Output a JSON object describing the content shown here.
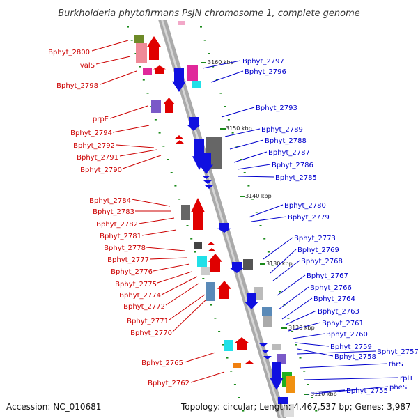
{
  "title": "Burkholderia phytofirmans PsJN chromosome 1, complete genome",
  "footer": {
    "accession": "Accession: NC_010681",
    "topology": "Topology: circular; Length: 4,467,537 bp; Genes: 3,987"
  },
  "colors": {
    "left_label": "#cc0000",
    "right_label": "#0000cc",
    "tick": "#1a8a1a",
    "strand": "#aaaaaa"
  },
  "axis_labels": [
    "3160 kbp",
    "3150 kbp",
    "3140 kbp",
    "3130 kbp",
    "3120 kbp",
    "3110 kbp"
  ],
  "left_genes": [
    "Bphyt_2800",
    "valS",
    "Bphyt_2798",
    "prpE",
    "Bphyt_2794",
    "Bphyt_2792",
    "Bphyt_2791",
    "Bphyt_2790",
    "Bphyt_2784",
    "Bphyt_2783",
    "Bphyt_2782",
    "Bphyt_2781",
    "Bphyt_2778",
    "Bphyt_2777",
    "Bphyt_2776",
    "Bphyt_2775",
    "Bphyt_2774",
    "Bphyt_2772",
    "Bphyt_2771",
    "Bphyt_2770",
    "Bphyt_2765",
    "Bphyt_2762"
  ],
  "right_genes": [
    "Bphyt_2797",
    "Bphyt_2796",
    "Bphyt_2793",
    "Bphyt_2789",
    "Bphyt_2788",
    "Bphyt_2787",
    "Bphyt_2786",
    "Bphyt_2785",
    "Bphyt_2780",
    "Bphyt_2779",
    "Bphyt_2773",
    "Bphyt_2769",
    "Bphyt_2768",
    "Bphyt_2767",
    "Bphyt_2766",
    "Bphyt_2764",
    "Bphyt_2763",
    "Bphyt_2761",
    "Bphyt_2760",
    "Bphyt_2759",
    "Bphyt_2758",
    "Bphyt_2757",
    "thrS",
    "rplT",
    "Bphyt_2755",
    "pheS"
  ]
}
